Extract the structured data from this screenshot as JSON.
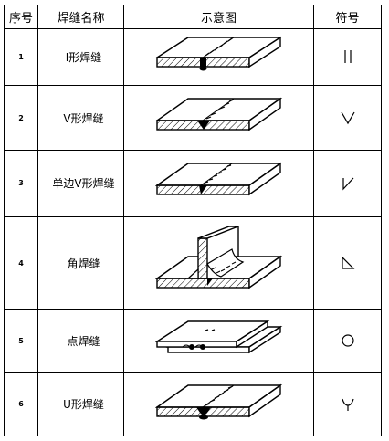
{
  "header": {
    "col_no": "序号",
    "col_name": "焊缝名称",
    "col_diagram": "示意图",
    "col_symbol": "符号"
  },
  "rows": [
    {
      "no": "1",
      "name": "I形焊缝",
      "diagram": "i-groove-weld-diagram",
      "symbol": "i-weld-symbol"
    },
    {
      "no": "2",
      "name": "V形焊缝",
      "diagram": "v-groove-weld-diagram",
      "symbol": "v-weld-symbol"
    },
    {
      "no": "3",
      "name": "单边V形焊缝",
      "diagram": "single-bevel-weld-diagram",
      "symbol": "bevel-weld-symbol"
    },
    {
      "no": "4",
      "name": "角焊缝",
      "diagram": "fillet-weld-diagram",
      "symbol": "fillet-weld-symbol"
    },
    {
      "no": "5",
      "name": "点焊缝",
      "diagram": "spot-weld-diagram",
      "symbol": "spot-weld-symbol"
    },
    {
      "no": "6",
      "name": "U形焊缝",
      "diagram": "u-groove-weld-diagram",
      "symbol": "u-weld-symbol"
    }
  ]
}
